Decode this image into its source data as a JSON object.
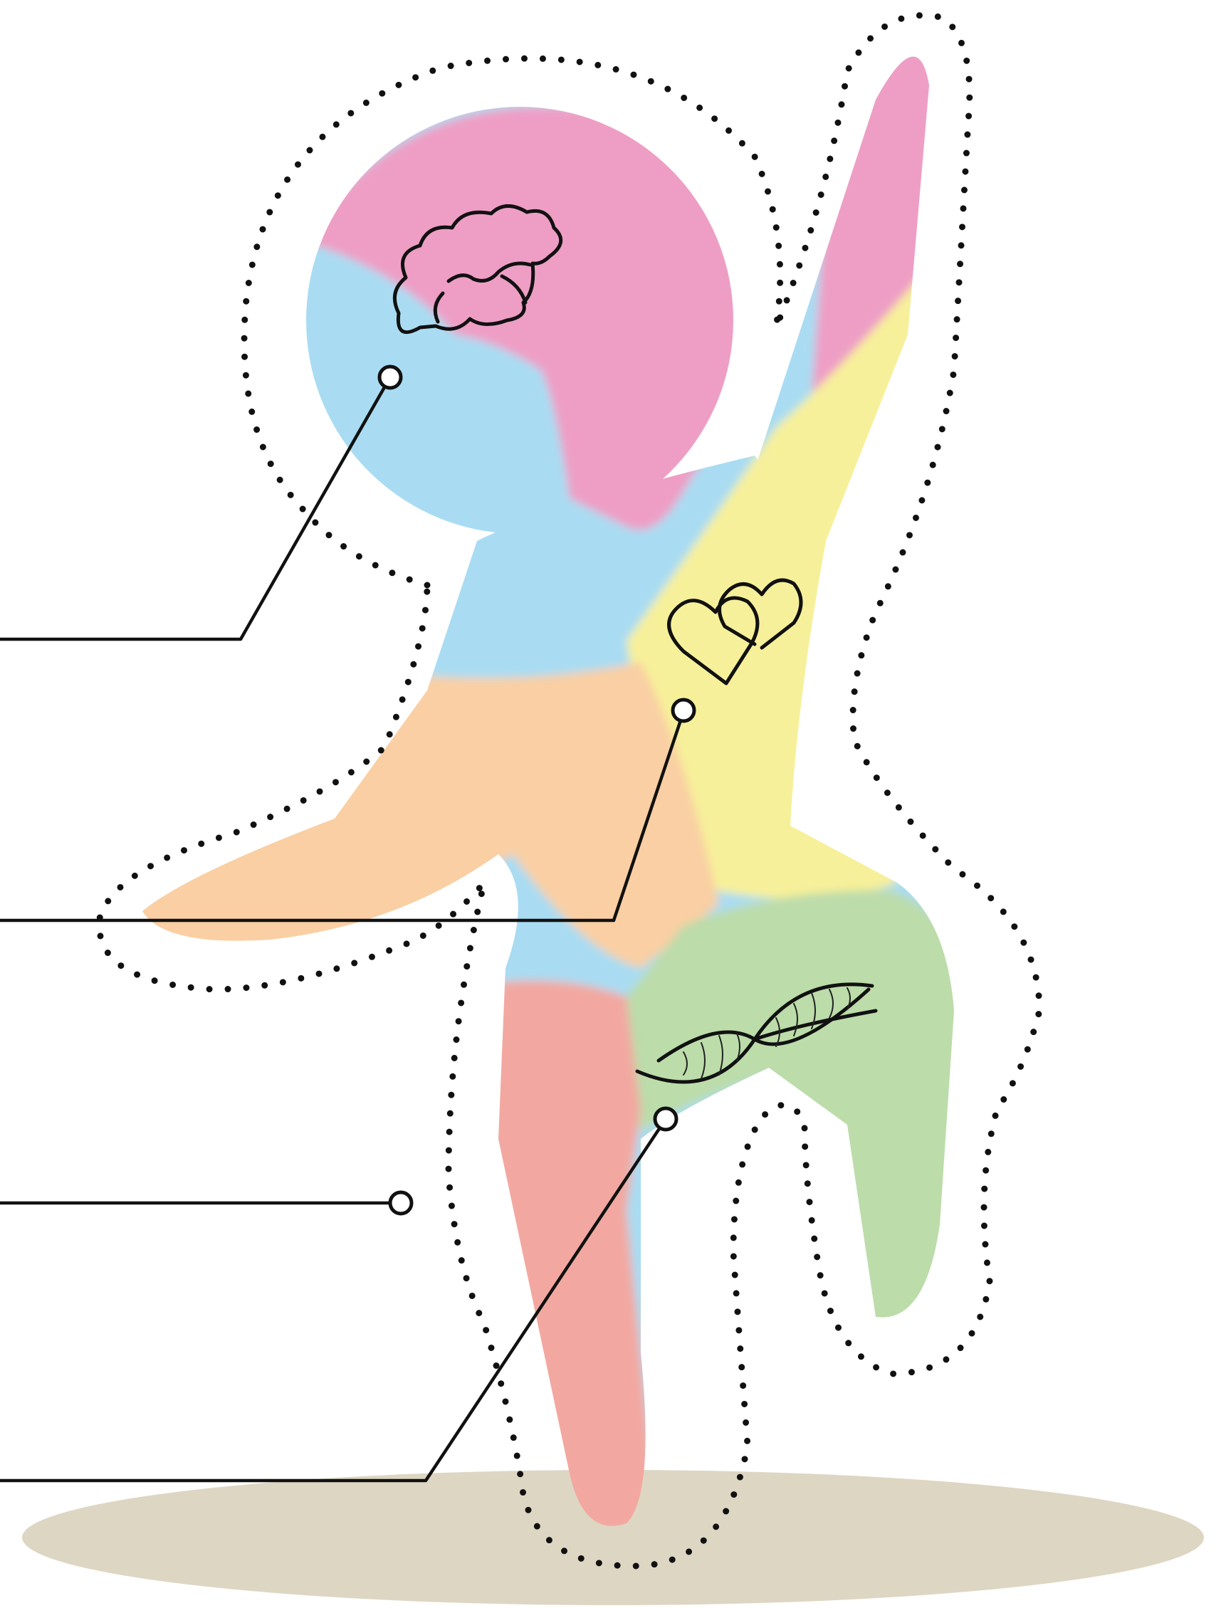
{
  "colors": {
    "background": "#ffffff",
    "head_pink": "#ee9ec5",
    "head_blue": "#a9dcf2",
    "torso_yellow": "#f7f09a",
    "arm_orange": "#f9cfa3",
    "leg_green": "#bcdcaa",
    "leg_red": "#f2a8a0",
    "ground_shadow": "#ddd6c3",
    "line": "#111111"
  },
  "icons": [
    "brain-icon",
    "hearts-icon",
    "dna-icon"
  ],
  "callouts": [
    {
      "name": "brain-callout"
    },
    {
      "name": "hearts-callout"
    },
    {
      "name": "middle-callout"
    },
    {
      "name": "dna-callout"
    }
  ]
}
